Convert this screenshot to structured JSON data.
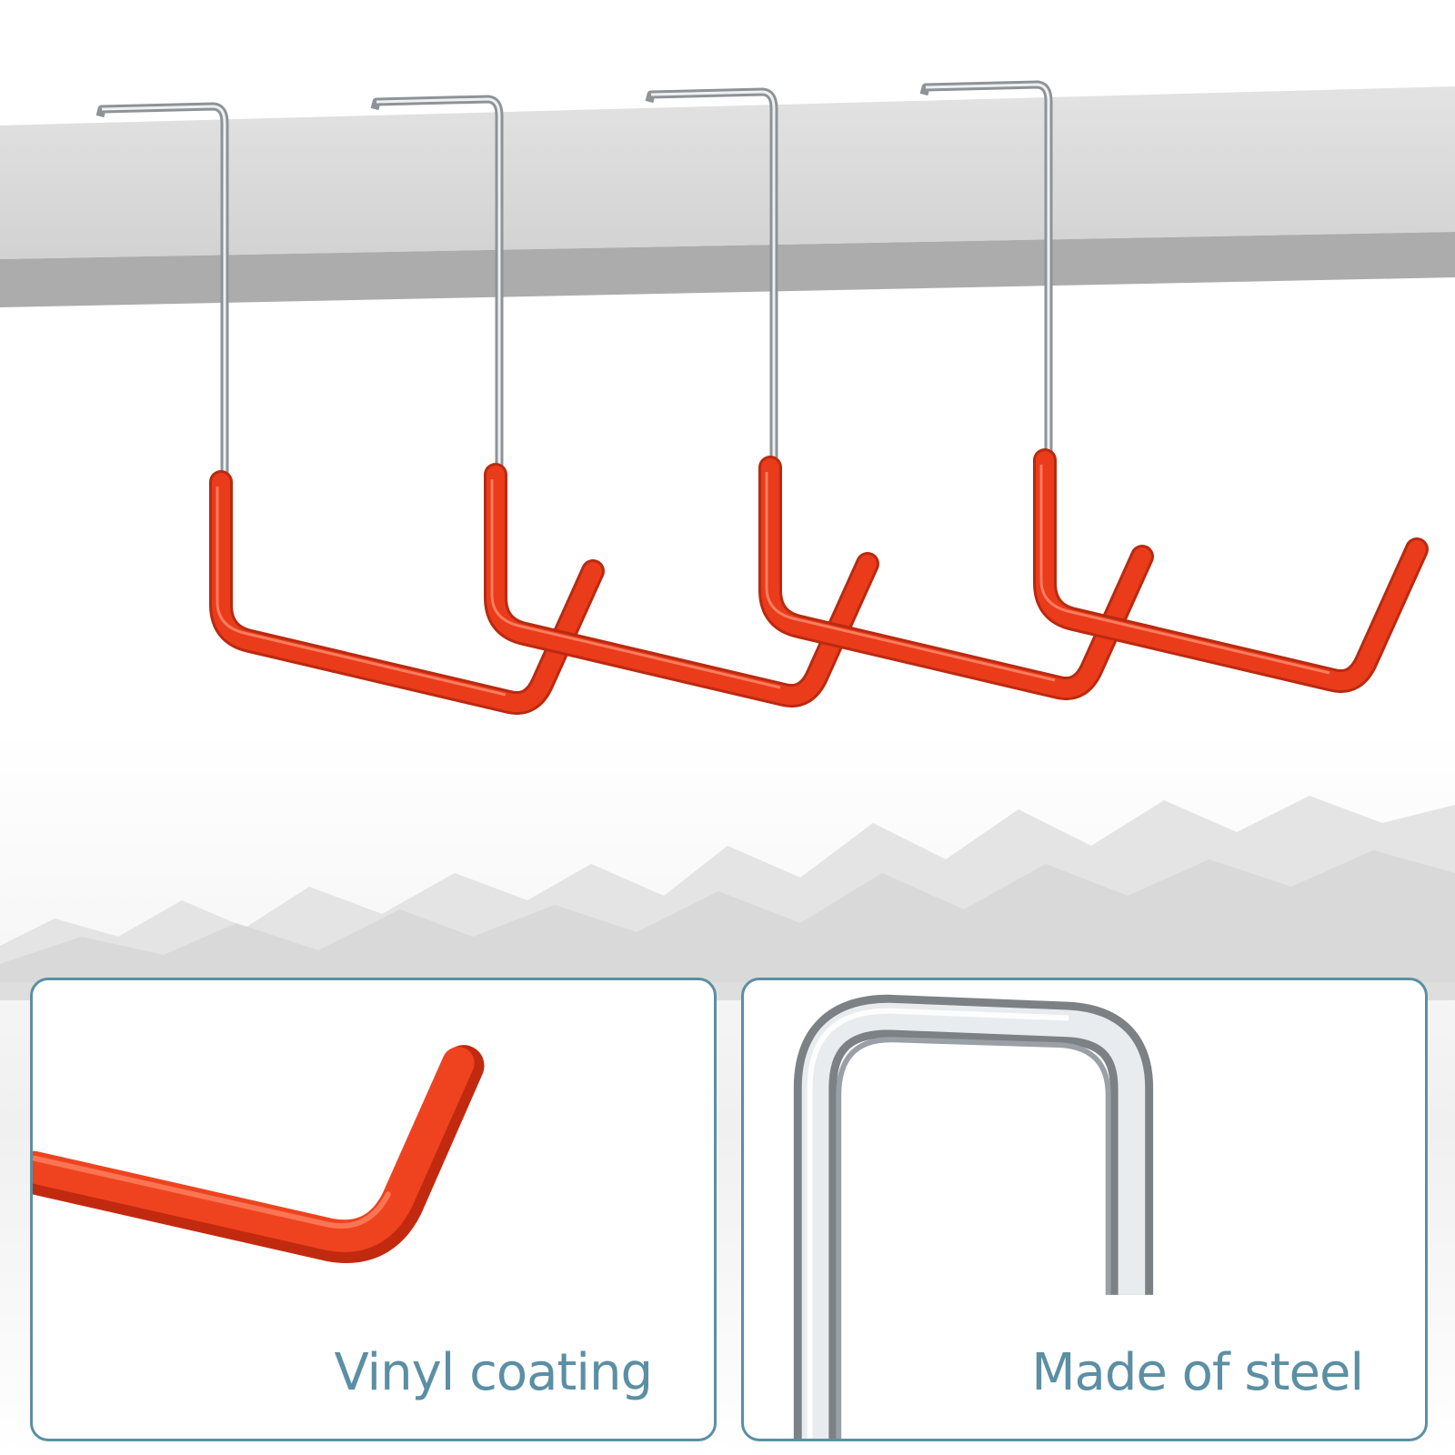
{
  "product": {
    "hook_count": 4,
    "coating_color": "#ea3b1a",
    "steel_color": "#b9bec2",
    "rail_color": "#d8d8d8",
    "frame_color": "#5b8fa4"
  },
  "features": [
    {
      "caption": "Vinyl coating",
      "icon": "orange-hook-tip-closeup"
    },
    {
      "caption": "Made of steel",
      "icon": "steel-bend-closeup"
    }
  ]
}
